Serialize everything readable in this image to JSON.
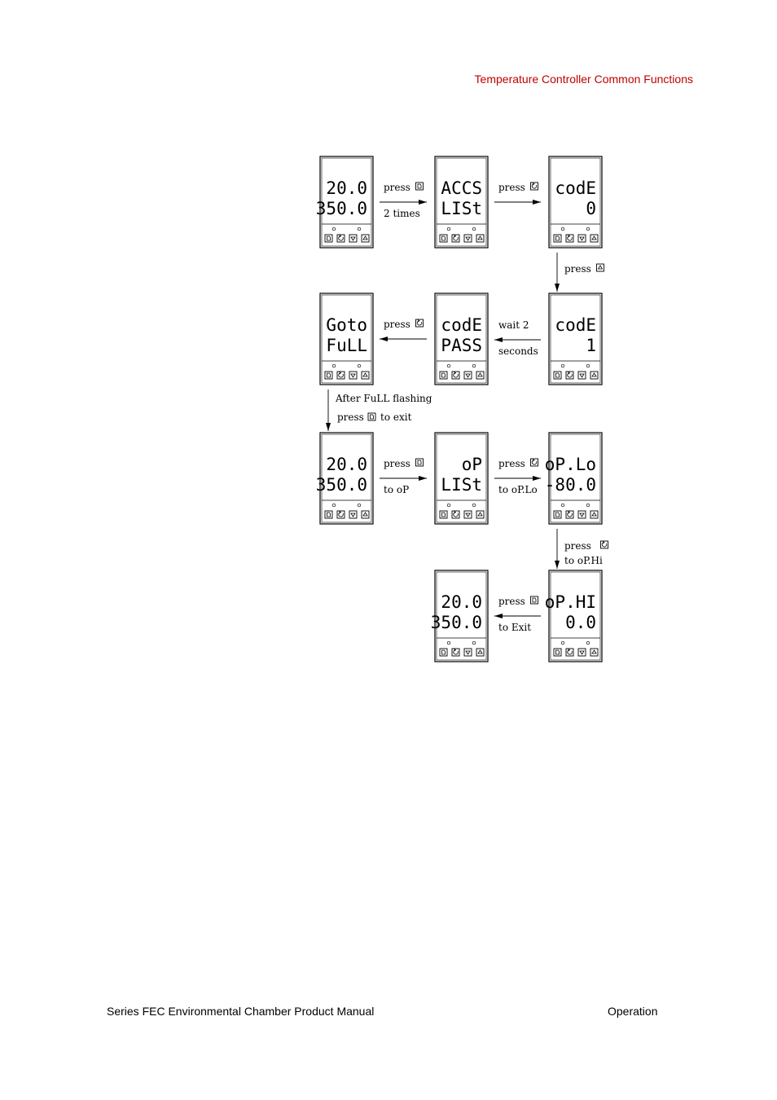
{
  "header": {
    "title": "Temperature Controller Common Functions"
  },
  "footer": {
    "left": "Series FEC Environmental Chamber Product Manual",
    "right": "Operation"
  },
  "displays": [
    {
      "id": "d1",
      "line1": "20.0",
      "line2": "350.0"
    },
    {
      "id": "d2",
      "line1": "ACCS",
      "line2": "LISt"
    },
    {
      "id": "d3",
      "line1": "codE",
      "line2": "0"
    },
    {
      "id": "d4",
      "line1": "codE",
      "line2": "1"
    },
    {
      "id": "d5",
      "line1": "codE",
      "line2": "PASS"
    },
    {
      "id": "d6",
      "line1": "Goto",
      "line2": "FuLL"
    },
    {
      "id": "d7",
      "line1": "20.0",
      "line2": "350.0"
    },
    {
      "id": "d8",
      "line1": "oP",
      "line2": "LISt"
    },
    {
      "id": "d9",
      "line1": "oP.Lo",
      "line2": "-80.0"
    },
    {
      "id": "d10",
      "line1": "oP.HI",
      "line2": "0.0"
    },
    {
      "id": "d11",
      "line1": "20.0",
      "line2": "350.0"
    }
  ],
  "buttons": [
    "page-icon",
    "scroll-icon",
    "down-icon",
    "up-icon"
  ],
  "transitions": [
    {
      "from": "d1",
      "to": "d2",
      "line1": "press",
      "key": "page-icon",
      "line2": "2 times"
    },
    {
      "from": "d2",
      "to": "d3",
      "line1": "press",
      "key": "scroll-icon",
      "line2": ""
    },
    {
      "from": "d3",
      "to": "d4",
      "line1": "press",
      "key": "up-icon",
      "line2": ""
    },
    {
      "from": "d4",
      "to": "d5",
      "line1": "wait 2",
      "key": "",
      "line2": "seconds"
    },
    {
      "from": "d5",
      "to": "d6",
      "line1": "press",
      "key": "scroll-icon",
      "line2": ""
    },
    {
      "from": "d6",
      "to": "d7",
      "line1": "After FuLL flashing",
      "key": "",
      "line2": "press",
      "key2": "page-icon",
      "line2_tail": "to exit"
    },
    {
      "from": "d7",
      "to": "d8",
      "line1": "press",
      "key": "page-icon",
      "line2": "to oP"
    },
    {
      "from": "d8",
      "to": "d9",
      "line1": "press",
      "key": "scroll-icon",
      "line2": "to oP.Lo"
    },
    {
      "from": "d9",
      "to": "d10",
      "line1": "press",
      "key": "scroll-icon",
      "line2": "to oP.Hi"
    },
    {
      "from": "d10",
      "to": "d11",
      "line1": "press",
      "key": "page-icon",
      "line2": "to Exit"
    }
  ]
}
